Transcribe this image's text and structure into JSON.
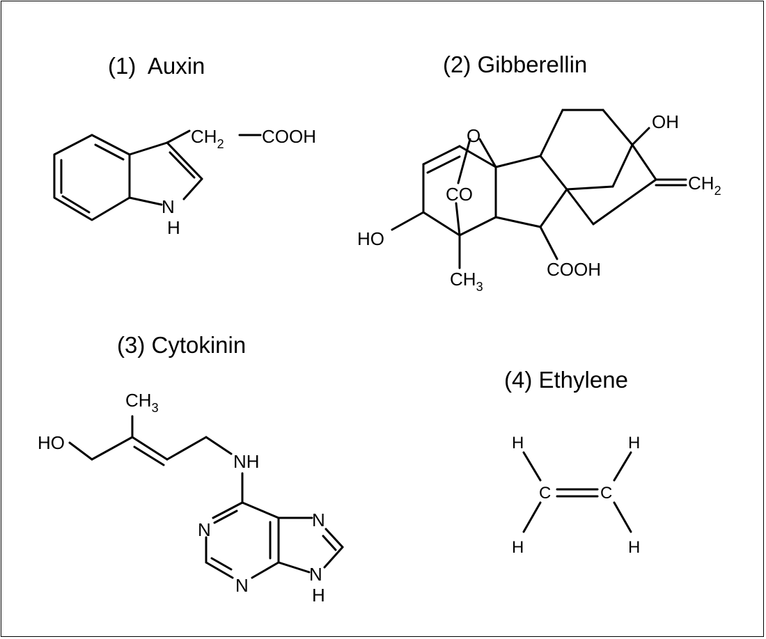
{
  "titles": {
    "auxin": "(1)  Auxin",
    "gibberellin": "(2) Gibberellin",
    "cytokinin": "(3) Cytokinin",
    "ethylene": "(4) Ethylene"
  },
  "auxin": {
    "ch2": "CH",
    "ch2_sub": "2",
    "cooh": "COOH",
    "n": "N",
    "h": "H"
  },
  "gibberellin": {
    "o": "O",
    "oh": "OH",
    "ch2": "CH",
    "ch2_sub": "2",
    "co": "CO",
    "ho": "HO",
    "ch3": "CH",
    "ch3_sub": "3",
    "cooh": "COOH"
  },
  "cytokinin": {
    "ch3": "CH",
    "ch3_sub": "3",
    "ho": "HO",
    "nh": "NH",
    "n1": "N",
    "n3": "N",
    "n7": "N",
    "n9": "N",
    "h9": "H"
  },
  "ethylene": {
    "c1": "C",
    "c2": "C",
    "h1": "H",
    "h2": "H",
    "h3": "H",
    "h4": "H"
  },
  "colors": {
    "stroke": "#000000",
    "background": "#ffffff"
  }
}
